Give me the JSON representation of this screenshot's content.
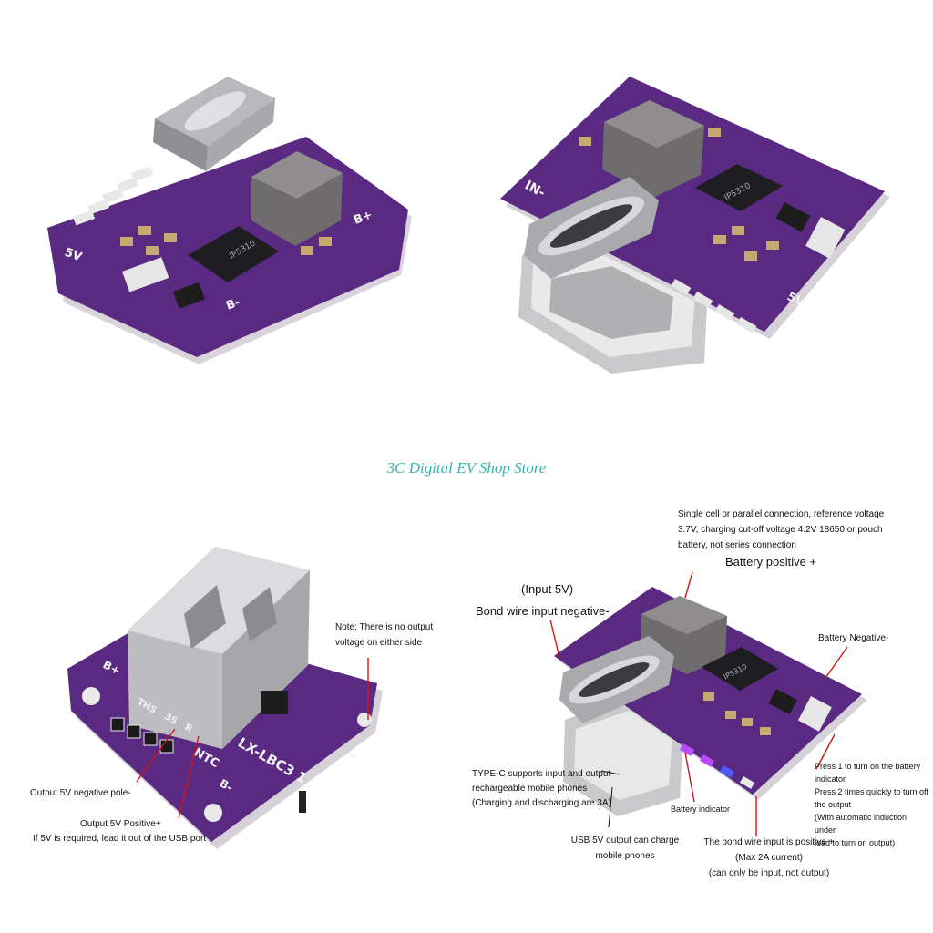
{
  "store_name": "3C Digital EV Shop Store",
  "colors": {
    "pcb_purple": "#5a2a82",
    "pcb_dark": "#3c1a5c",
    "metal": "#c9c9cc",
    "inductor": "#7d7b7b",
    "store_text": "#35b5b0",
    "leader_line": "#d11414"
  },
  "board_markings": {
    "in_minus": "IN-",
    "b_plus": "B+",
    "b_minus": "B-",
    "five_v": "5V",
    "chip": "IP5310",
    "ntc": "NTC",
    "model": "LX-LBC3 1",
    "ths": "THS",
    "s3": "3S",
    "r": "R"
  },
  "annotations": {
    "single_cell": [
      "Single cell or parallel connection, reference voltage",
      "3.7V, charging cut-off voltage 4.2V 18650 or pouch",
      "battery, not series connection"
    ],
    "battery_positive": "Battery positive +",
    "input_5v": "(Input 5V)",
    "bond_wire_negative": "Bond wire input negative-",
    "battery_negative": "Battery Negative-",
    "note_no_output": [
      "Note: There is no output",
      "voltage on either side"
    ],
    "output_negative": "Output 5V negative pole-",
    "output_positive": "Output 5V Positive+",
    "lead_usb": "If 5V is required, lead it out of the USB port",
    "type_c": [
      "TYPE-C supports input and output",
      "rechargeable mobile phones",
      "(Charging and discharging are 3A)"
    ],
    "battery_indicator": "Battery indicator",
    "press_info": [
      "Press 1 to turn on the battery",
      "indicator",
      "Press 2 times quickly to turn off",
      "the output",
      "(With automatic induction under",
      "load to turn on output)"
    ],
    "usb_output": [
      "USB 5V output can charge",
      "mobile phones"
    ],
    "bond_positive": [
      "The bond wire input is positive +",
      "(Max 2A current)",
      "(can only be input, not output)"
    ]
  }
}
